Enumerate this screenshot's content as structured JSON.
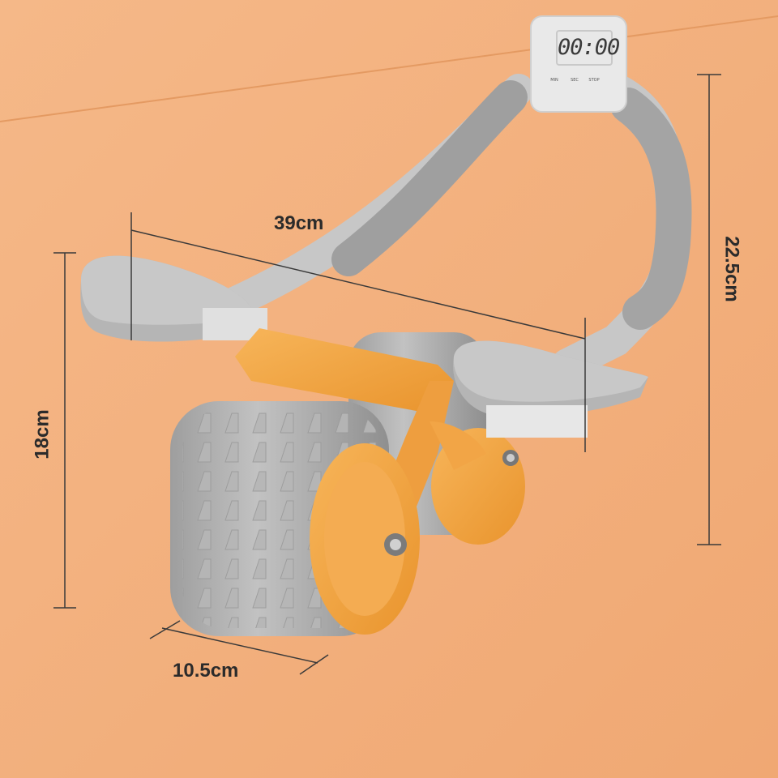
{
  "product": {
    "type": "ab-roller-with-timer",
    "colors": {
      "background": "#f3b27d",
      "body_orange": "#f2a546",
      "handle_gray": "#b9b9b9",
      "pad_gray": "#c4c4c4",
      "wheel_gray": "#a9a9a9"
    }
  },
  "dimensions": {
    "width_label": "39cm",
    "height_right_label": "22.5cm",
    "height_left_label": "18cm",
    "depth_label": "10.5cm"
  },
  "timer": {
    "display": "00:00",
    "buttons": [
      "MIN",
      "SEC",
      "STOP"
    ]
  }
}
